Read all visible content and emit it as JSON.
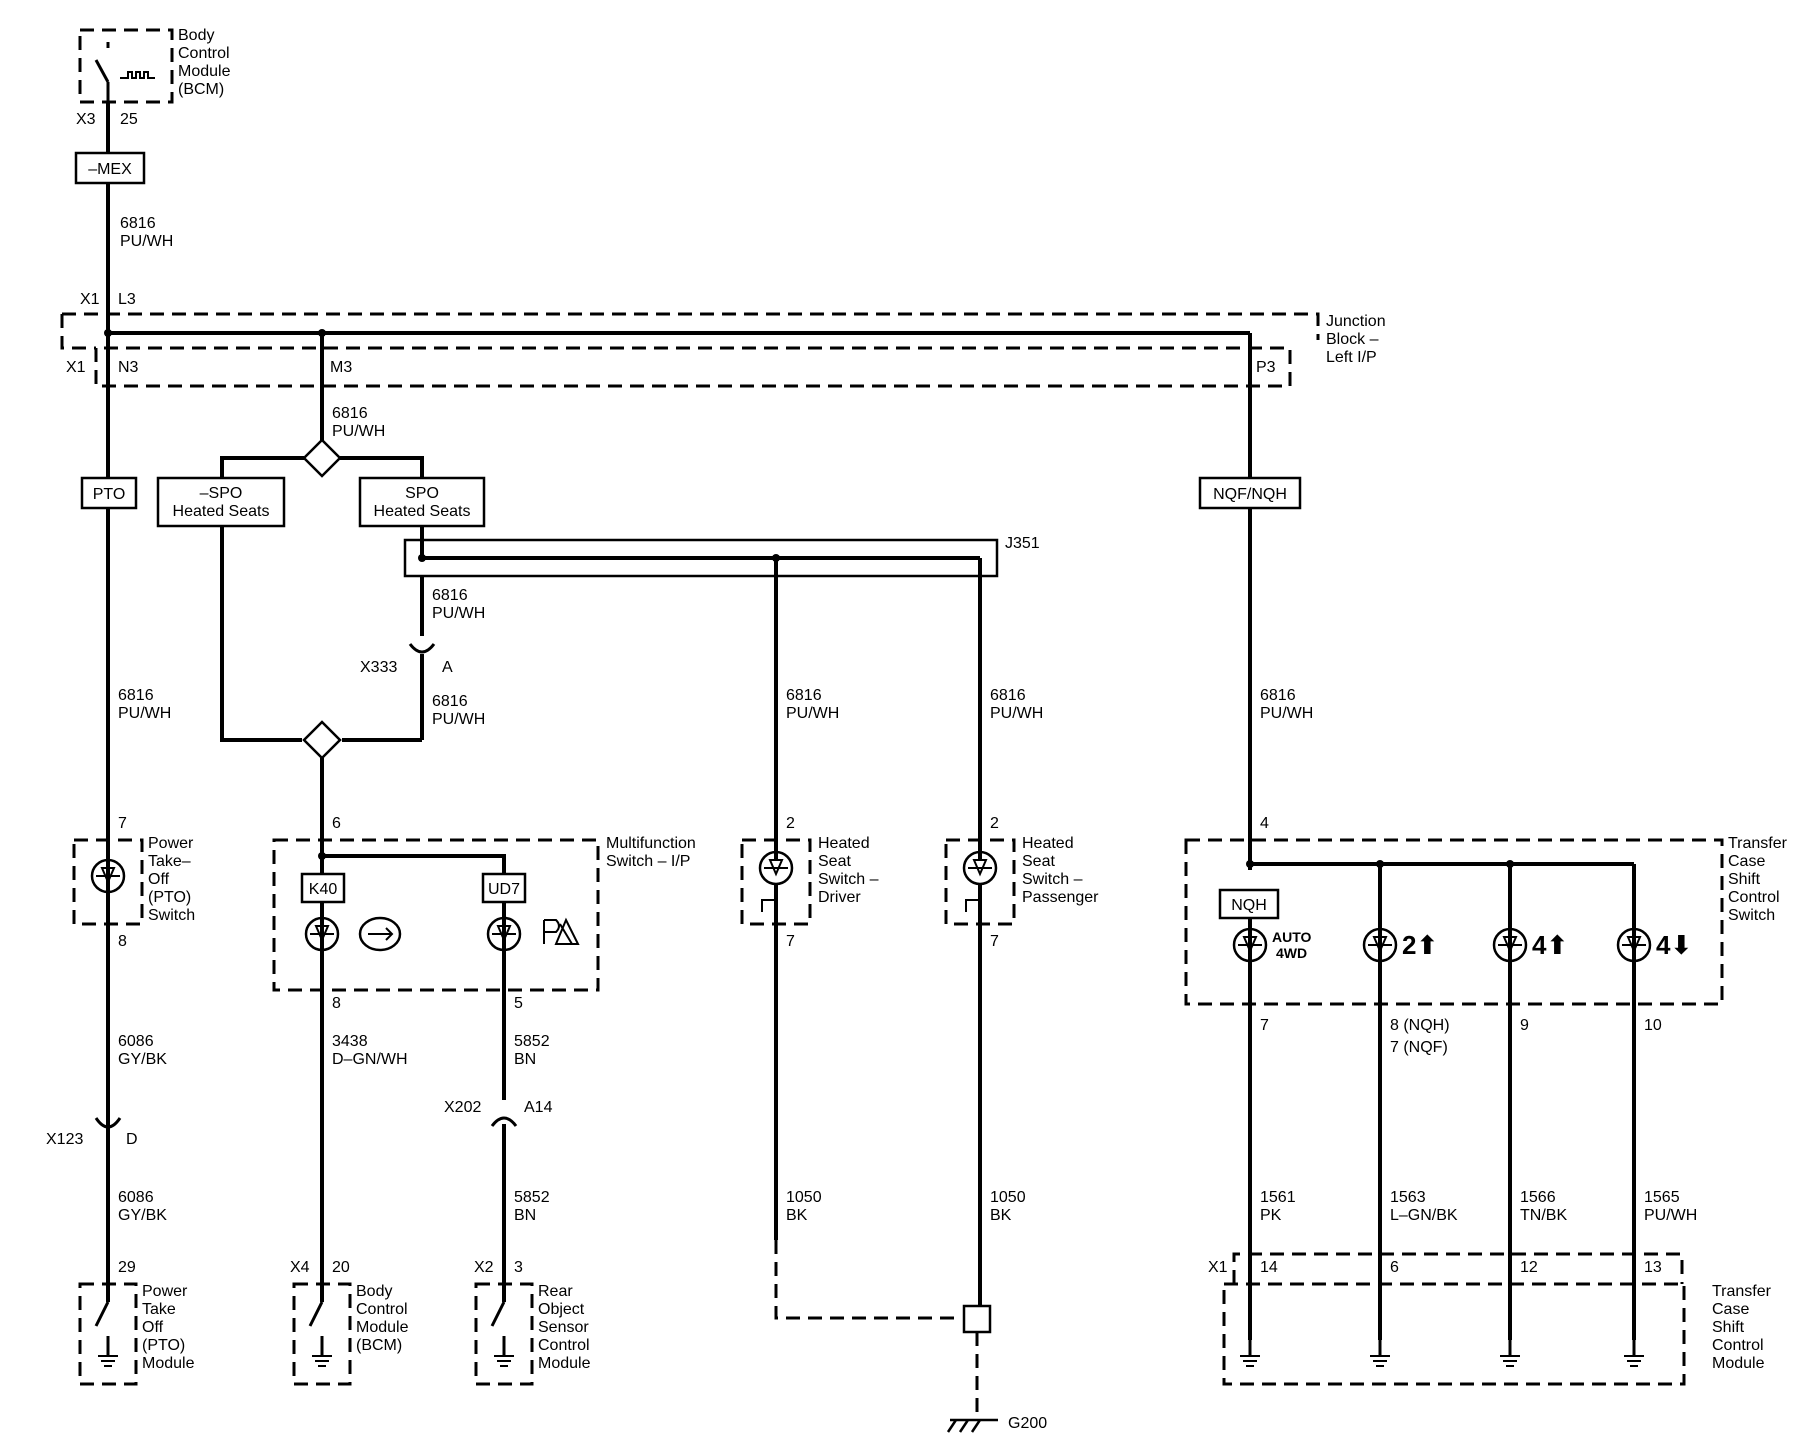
{
  "labels": {
    "bcm_top_title": [
      "Body",
      "Control",
      "Module",
      "(BCM)"
    ],
    "x3": "X3",
    "p25": "25",
    "mex": "–MEX",
    "w_top": [
      "6816",
      "PU/WH"
    ],
    "x1": "X1",
    "l3": "L3",
    "junction": [
      "Junction",
      "Block –",
      "Left I/P"
    ],
    "x1b": "X1",
    "n3": "N3",
    "m3": "M3",
    "p3": "P3",
    "w_m3": [
      "6816",
      "PU/WH"
    ],
    "pto": "PTO",
    "nspo": [
      "–SPO",
      "Heated Seats"
    ],
    "spo": [
      "SPO",
      "Heated Seats"
    ],
    "nqf": "NQF/NQH",
    "j351": "J351",
    "w_spo": [
      "6816",
      "PU/WH"
    ],
    "x333": "X333",
    "a": "A",
    "w_spo2": [
      "6816",
      "PU/WH"
    ],
    "w_pto": [
      "6816",
      "PU/WH"
    ],
    "w_drv": [
      "6816",
      "PU/WH"
    ],
    "w_pass": [
      "6816",
      "PU/WH"
    ],
    "w_nqf": [
      "6816",
      "PU/WH"
    ],
    "pto_sw_pin_top": "7",
    "pto_sw": [
      "Power",
      "Take–",
      "Off",
      "(PTO)",
      "Switch"
    ],
    "pto_sw_pin_bot": "8",
    "mf_pin_top": "6",
    "k40": "K40",
    "ud7": "UD7",
    "multifunction": [
      "Multifunction",
      "Switch – I/P"
    ],
    "mf_pin8": "8",
    "mf_pin5": "5",
    "drv_pin_top": "2",
    "drv_sw": [
      "Heated",
      "Seat",
      "Switch –",
      "Driver"
    ],
    "drv_pin_bot": "7",
    "pass_pin_top": "2",
    "pass_sw": [
      "Heated",
      "Seat",
      "Switch –",
      "Passenger"
    ],
    "pass_pin_bot": "7",
    "tc_pin_top": "4",
    "tc_sw": [
      "Transfer",
      "Case",
      "Shift",
      "Control",
      "Switch"
    ],
    "nqh": "NQH",
    "auto4wd": [
      "AUTO",
      "4WD"
    ],
    "sym_2up": "2⬆",
    "sym_4up": "4⬆",
    "sym_4dn": "4⬇",
    "tc_pins": [
      "7",
      "8 (NQH)",
      "7 (NQF)",
      "9",
      "10"
    ],
    "w_pto2": [
      "6086",
      "GY/BK"
    ],
    "x123": "X123",
    "d": "D",
    "w_pto3": [
      "6086",
      "GY/BK"
    ],
    "w_k40": [
      "3438",
      "D–GN/WH"
    ],
    "w_ud7": [
      "5852",
      "BN"
    ],
    "x202": "X202",
    "a14": "A14",
    "w_ud7b": [
      "5852",
      "BN"
    ],
    "w_gnd1": [
      "1050",
      "BK"
    ],
    "w_gnd2": [
      "1050",
      "BK"
    ],
    "w_1561": [
      "1561",
      "PK"
    ],
    "w_1563": [
      "1563",
      "L–GN/BK"
    ],
    "w_1566": [
      "1566",
      "TN/BK"
    ],
    "w_1565": [
      "1565",
      "PU/WH"
    ],
    "pto_mod_pin": "29",
    "pto_mod": [
      "Power",
      "Take",
      "Off",
      "(PTO)",
      "Module"
    ],
    "x4": "X4",
    "bcm_pin": "20",
    "bcm_bot": [
      "Body",
      "Control",
      "Module",
      "(BCM)"
    ],
    "x2": "X2",
    "ros_pin": "3",
    "ros": [
      "Rear",
      "Object",
      "Sensor",
      "Control",
      "Module"
    ],
    "x1c": "X1",
    "tcm_pins": [
      "14",
      "6",
      "12",
      "13"
    ],
    "tcm": [
      "Transfer",
      "Case",
      "Shift",
      "Control",
      "Module"
    ],
    "g200": "G200"
  }
}
